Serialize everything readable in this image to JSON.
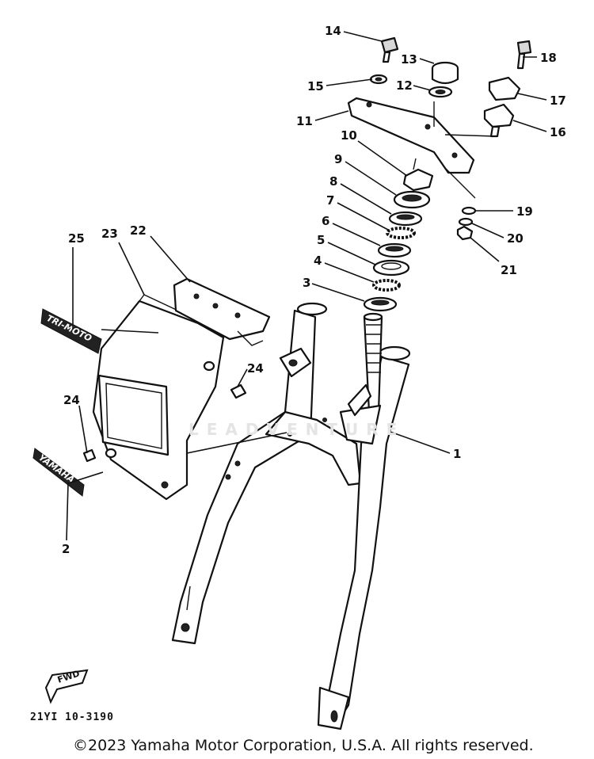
{
  "diagram": {
    "parts": [
      {
        "id": "14",
        "label": "14"
      },
      {
        "id": "13",
        "label": "13"
      },
      {
        "id": "18",
        "label": "18"
      },
      {
        "id": "15",
        "label": "15"
      },
      {
        "id": "12",
        "label": "12"
      },
      {
        "id": "17",
        "label": "17"
      },
      {
        "id": "11",
        "label": "11"
      },
      {
        "id": "16",
        "label": "16"
      },
      {
        "id": "10",
        "label": "10"
      },
      {
        "id": "9",
        "label": "9"
      },
      {
        "id": "8",
        "label": "8"
      },
      {
        "id": "7",
        "label": "7"
      },
      {
        "id": "19",
        "label": "19"
      },
      {
        "id": "6",
        "label": "6"
      },
      {
        "id": "20",
        "label": "20"
      },
      {
        "id": "25",
        "label": "25"
      },
      {
        "id": "23",
        "label": "23"
      },
      {
        "id": "22",
        "label": "22"
      },
      {
        "id": "5",
        "label": "5"
      },
      {
        "id": "21",
        "label": "21"
      },
      {
        "id": "4",
        "label": "4"
      },
      {
        "id": "3",
        "label": "3"
      },
      {
        "id": "24a",
        "label": "24"
      },
      {
        "id": "24b",
        "label": "24"
      },
      {
        "id": "1",
        "label": "1"
      },
      {
        "id": "2",
        "label": "2"
      }
    ],
    "decal_25_text": "TRI-MOTO",
    "decal_2_text": "YAMAHA",
    "fwd_text": "FWD",
    "code": "21YI 10-3190",
    "watermark": "LEADVENTURE"
  },
  "footer": {
    "copyright": "©2023 Yamaha Motor Corporation, U.S.A. All rights reserved."
  }
}
